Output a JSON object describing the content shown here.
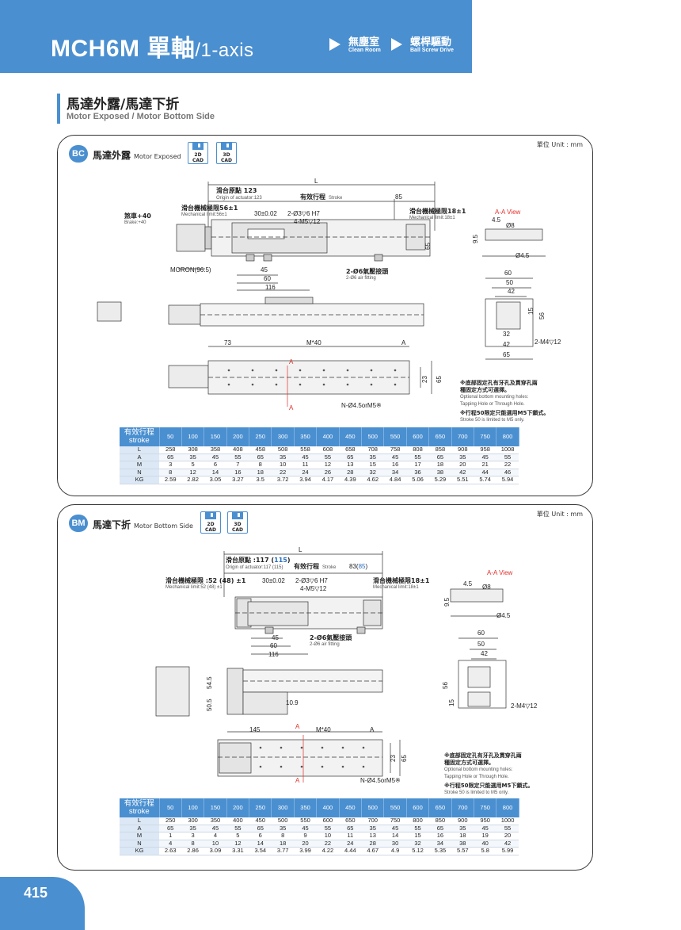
{
  "header": {
    "model": "MCH6M",
    "axis_zh": "單軸",
    "axis_en": "/1-axis",
    "tags": [
      {
        "zh": "無塵室",
        "en": "Clean Room"
      },
      {
        "zh": "螺桿驅動",
        "en": "Ball Screw Drive"
      }
    ]
  },
  "section": {
    "title_zh": "馬達外露/馬達下折",
    "title_en": "Motor Exposed / Motor Bottom Side"
  },
  "panels": [
    {
      "badge": "BC",
      "title_zh": "馬達外露",
      "title_en": "Motor Exposed",
      "unit": "單位 Unit : mm",
      "cad": [
        "2D\nCAD",
        "3D\nCAD"
      ],
      "labels": {
        "L": "L",
        "origin_zh": "滑台原點 123",
        "origin_en": "Origin of actuator:123",
        "stroke_zh": "有效行程",
        "stroke_en": "Stroke",
        "end": "85",
        "mech_left_zh": "滑台機械極限56±1",
        "mech_left_en": "Mechanical limit:56±1",
        "mech_right_zh": "滑台機械極限18±1",
        "mech_right_en": "Mechanical limit:18±1",
        "brake_zh": "煞車+40",
        "brake_en": "Brake:+40",
        "d30": "30±0.02",
        "hole1": "2-Ø3▽6 H7",
        "hole2": "4-M5▽12",
        "h65": "65",
        "moron": "MORON(96.5)",
        "d45": "45",
        "d60": "60",
        "d116": "116",
        "air_zh": "2-Ø6氣壓接頭",
        "air_en": "2-Ø6 air fitting",
        "aa": "A-A View",
        "d4_5": "4.5",
        "d8": "Ø8",
        "d9_5": "9.5",
        "d4_5b": "Ø4.5",
        "b60": "60",
        "b50": "50",
        "b42": "42",
        "b15": "15",
        "b56": "56",
        "b32": "32",
        "b42b": "42",
        "b65": "65",
        "m4": "2-M4▽12",
        "d73": "73",
        "m40": "M*40",
        "A": "A",
        "d23": "23",
        "nhole": "N-Ø4.5orM5※"
      },
      "note1_zh": "※底部固定孔有牙孔及貫穿孔兩\n種固定方式可選擇。",
      "note1_en": "Optional bottom mounting holes:\nTapping Hole or Through Hole.",
      "note2_zh": "※行程50限定只能選用M5下鎖式。",
      "note2_en": "Stroke 50 is limited to M5 only.",
      "table": {
        "head_zh": "有效行程",
        "head_en": "stroke",
        "strokes": [
          "50",
          "100",
          "150",
          "200",
          "250",
          "300",
          "350",
          "400",
          "450",
          "500",
          "550",
          "600",
          "650",
          "700",
          "750",
          "800"
        ],
        "rows": [
          {
            "label": "L",
            "values": [
              "258",
              "308",
              "358",
              "408",
              "458",
              "508",
              "558",
              "608",
              "658",
              "708",
              "758",
              "808",
              "858",
              "908",
              "958",
              "1008"
            ]
          },
          {
            "label": "A",
            "values": [
              "65",
              "35",
              "45",
              "55",
              "65",
              "35",
              "45",
              "55",
              "65",
              "35",
              "45",
              "55",
              "65",
              "35",
              "45",
              "55"
            ]
          },
          {
            "label": "M",
            "values": [
              "3",
              "5",
              "6",
              "7",
              "8",
              "10",
              "11",
              "12",
              "13",
              "15",
              "16",
              "17",
              "18",
              "20",
              "21",
              "22"
            ]
          },
          {
            "label": "N",
            "values": [
              "8",
              "12",
              "14",
              "16",
              "18",
              "22",
              "24",
              "26",
              "28",
              "32",
              "34",
              "36",
              "38",
              "42",
              "44",
              "46"
            ]
          },
          {
            "label": "KG",
            "values": [
              "2.59",
              "2.82",
              "3.05",
              "3.27",
              "3.5",
              "3.72",
              "3.94",
              "4.17",
              "4.39",
              "4.62",
              "4.84",
              "5.06",
              "5.29",
              "5.51",
              "5.74",
              "5.94"
            ]
          }
        ]
      }
    },
    {
      "badge": "BM",
      "title_zh": "馬達下折",
      "title_en": "Motor Bottom Side",
      "unit": "單位 Unit : mm",
      "cad": [
        "2D\nCAD",
        "3D\nCAD"
      ],
      "labels": {
        "L": "L",
        "origin_zh": "滑台原點 :117 (",
        "origin_blue": "115",
        "origin_end": ")",
        "origin_en": "Origin of actuator:117 (115)",
        "stroke_zh": "有效行程",
        "stroke_en": "Stroke",
        "end": "83(",
        "end_blue": "85",
        "end_close": ")",
        "mech_left_zh": "滑台機械極限 :52 (48) ±1",
        "mech_left_en": "Mechanical limit:52 (48) ±1",
        "mech_right_zh": "滑台機械極限18±1",
        "mech_right_en": "Mechanical limit:18±1",
        "d30": "30±0.02",
        "hole1": "2-Ø3▽6 H7",
        "hole2": "4-M5▽12",
        "d45": "45",
        "d60": "60",
        "d116": "116",
        "air_zh": "2-Ø6氣壓接頭",
        "air_en": "2-Ø6 air fitting",
        "s54": "54.5",
        "s50": "50.5",
        "s10": "10.9",
        "aa": "A-A View",
        "d4_5": "4.5",
        "d8": "Ø8",
        "d9_5": "9.5",
        "d4_5b": "Ø4.5",
        "b60": "60",
        "b50": "50",
        "b42": "42",
        "b56": "56",
        "b15": "15",
        "m4": "2-M4▽12",
        "d145": "145",
        "m40": "M*40",
        "A": "A",
        "d23": "23",
        "d65": "65",
        "nhole": "N-Ø4.5orM5※"
      },
      "note1_zh": "※底部固定孔有牙孔及貫穿孔兩\n種固定方式可選擇。",
      "note1_en": "Optional bottom mounting holes:\nTapping Hole or Through Hole.",
      "note2_zh": "※行程50限定只能選用M5下鎖式。",
      "note2_en": "Stroke 50 is limited to M5 only.",
      "table": {
        "head_zh": "有效行程",
        "head_en": "stroke",
        "strokes": [
          "50",
          "100",
          "150",
          "200",
          "250",
          "300",
          "350",
          "400",
          "450",
          "500",
          "550",
          "600",
          "650",
          "700",
          "750",
          "800"
        ],
        "rows": [
          {
            "label": "L",
            "values": [
              "250",
              "300",
              "350",
              "400",
              "450",
              "500",
              "550",
              "600",
              "650",
              "700",
              "750",
              "800",
              "850",
              "900",
              "950",
              "1000"
            ]
          },
          {
            "label": "A",
            "values": [
              "65",
              "35",
              "45",
              "55",
              "65",
              "35",
              "45",
              "55",
              "65",
              "35",
              "45",
              "55",
              "65",
              "35",
              "45",
              "55"
            ]
          },
          {
            "label": "M",
            "values": [
              "1",
              "3",
              "4",
              "5",
              "6",
              "8",
              "9",
              "10",
              "11",
              "13",
              "14",
              "15",
              "16",
              "18",
              "19",
              "20"
            ]
          },
          {
            "label": "N",
            "values": [
              "4",
              "8",
              "10",
              "12",
              "14",
              "18",
              "20",
              "22",
              "24",
              "28",
              "30",
              "32",
              "34",
              "38",
              "40",
              "42"
            ]
          },
          {
            "label": "KG",
            "values": [
              "2.63",
              "2.86",
              "3.09",
              "3.31",
              "3.54",
              "3.77",
              "3.99",
              "4.22",
              "4.44",
              "4.67",
              "4.9",
              "5.12",
              "5.35",
              "5.57",
              "5.8",
              "5.99"
            ]
          }
        ]
      }
    }
  ],
  "page_number": "415",
  "colors": {
    "brand": "#4a8fd0",
    "accent_red": "#e0302a",
    "table_alt": "#f4f8fc"
  }
}
